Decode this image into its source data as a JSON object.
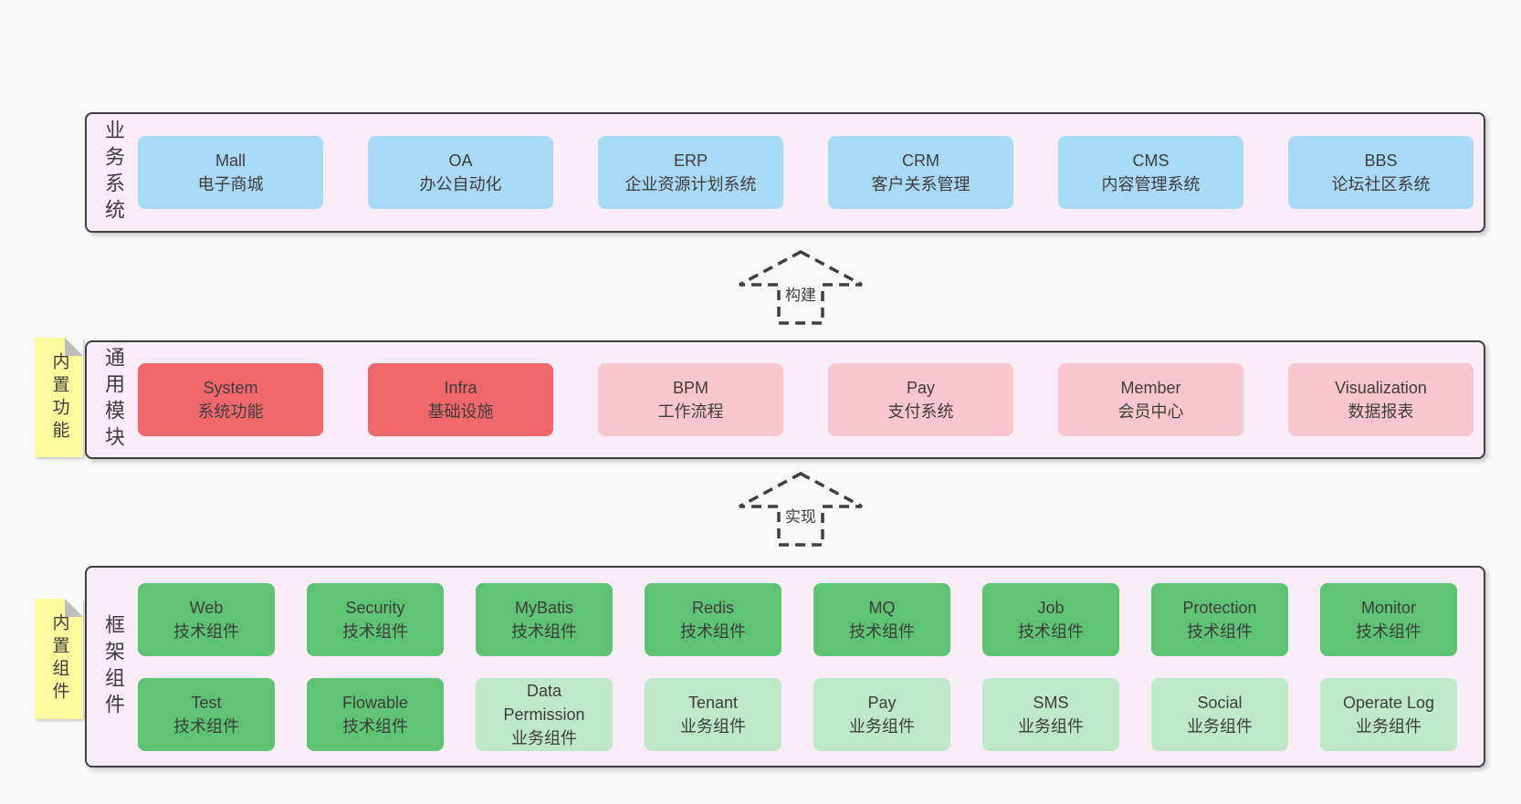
{
  "arrows": [
    {
      "label": "构建"
    },
    {
      "label": "实现"
    }
  ],
  "layers": {
    "business": {
      "label": "业务系统",
      "boxes": [
        {
          "name": "Mall",
          "desc": "电子商城",
          "variant": "blue"
        },
        {
          "name": "OA",
          "desc": "办公自动化",
          "variant": "blue"
        },
        {
          "name": "ERP",
          "desc": "企业资源计划系统",
          "variant": "blue"
        },
        {
          "name": "CRM",
          "desc": "客户关系管理",
          "variant": "blue"
        },
        {
          "name": "CMS",
          "desc": "内容管理系统",
          "variant": "blue"
        },
        {
          "name": "BBS",
          "desc": "论坛社区系统",
          "variant": "blue"
        }
      ]
    },
    "modules": {
      "label": "通用模块",
      "sticky": "内置功能",
      "boxes": [
        {
          "name": "System",
          "desc": "系统功能",
          "variant": "red"
        },
        {
          "name": "Infra",
          "desc": "基础设施",
          "variant": "red"
        },
        {
          "name": "BPM",
          "desc": "工作流程",
          "variant": "pink"
        },
        {
          "name": "Pay",
          "desc": "支付系统",
          "variant": "pink"
        },
        {
          "name": "Member",
          "desc": "会员中心",
          "variant": "pink"
        },
        {
          "name": "Visualization",
          "desc": "数据报表",
          "variant": "pink"
        }
      ]
    },
    "components": {
      "label": "框架组件",
      "sticky": "内置组件",
      "rows": [
        [
          {
            "name": "Web",
            "desc": "技术组件",
            "variant": "green"
          },
          {
            "name": "Security",
            "desc": "技术组件",
            "variant": "green"
          },
          {
            "name": "MyBatis",
            "desc": "技术组件",
            "variant": "green"
          },
          {
            "name": "Redis",
            "desc": "技术组件",
            "variant": "green"
          },
          {
            "name": "MQ",
            "desc": "技术组件",
            "variant": "green"
          },
          {
            "name": "Job",
            "desc": "技术组件",
            "variant": "green"
          },
          {
            "name": "Protection",
            "desc": "技术组件",
            "variant": "green"
          },
          {
            "name": "Monitor",
            "desc": "技术组件",
            "variant": "green"
          }
        ],
        [
          {
            "name": "Test",
            "desc": "技术组件",
            "variant": "green"
          },
          {
            "name": "Flowable",
            "desc": "技术组件",
            "variant": "green"
          },
          {
            "name": "Data Permission",
            "desc": "业务组件",
            "variant": "lightgreen"
          },
          {
            "name": "Tenant",
            "desc": "业务组件",
            "variant": "lightgreen"
          },
          {
            "name": "Pay",
            "desc": "业务组件",
            "variant": "lightgreen"
          },
          {
            "name": "SMS",
            "desc": "业务组件",
            "variant": "lightgreen"
          },
          {
            "name": "Social",
            "desc": "业务组件",
            "variant": "lightgreen"
          },
          {
            "name": "Operate Log",
            "desc": "业务组件",
            "variant": "lightgreen"
          }
        ]
      ]
    }
  },
  "colors": {
    "page_bg": "#f8f8f8",
    "panel_bg": "#f8edf6",
    "panel_border": "#3f3f3f",
    "text": "#3d3d3d",
    "blue": "#a9daf5",
    "red": "#f1686c",
    "pink": "#f9c5ce",
    "green": "#5ec473",
    "lightgreen": "#bee8c7",
    "sticky_yellow": "#fafb9d",
    "fold_gray": "#bdbdbd"
  }
}
